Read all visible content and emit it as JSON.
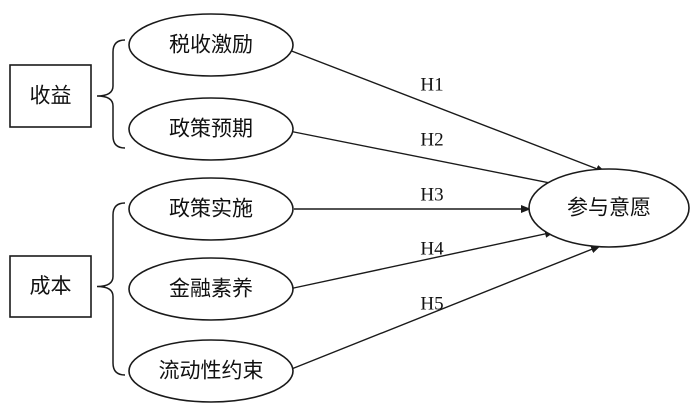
{
  "groups": [
    {
      "id": "benefit",
      "label": "收益"
    },
    {
      "id": "cost",
      "label": "成本"
    }
  ],
  "factors": [
    {
      "id": "tax",
      "label": "税收激励",
      "group": "benefit"
    },
    {
      "id": "policy_expect",
      "label": "政策预期",
      "group": "benefit"
    },
    {
      "id": "policy_impl",
      "label": "政策实施",
      "group": "cost"
    },
    {
      "id": "fin_literacy",
      "label": "金融素养",
      "group": "cost"
    },
    {
      "id": "liquidity",
      "label": "流动性约束",
      "group": "cost"
    }
  ],
  "outcome": {
    "id": "willingness",
    "label": "参与意愿"
  },
  "hypotheses": [
    {
      "id": "H1",
      "label": "H1",
      "from": "tax",
      "to": "willingness"
    },
    {
      "id": "H2",
      "label": "H2",
      "from": "policy_expect",
      "to": "willingness"
    },
    {
      "id": "H3",
      "label": "H3",
      "from": "policy_impl",
      "to": "willingness"
    },
    {
      "id": "H4",
      "label": "H4",
      "from": "fin_literacy",
      "to": "willingness"
    },
    {
      "id": "H5",
      "label": "H5",
      "from": "liquidity",
      "to": "willingness"
    }
  ]
}
